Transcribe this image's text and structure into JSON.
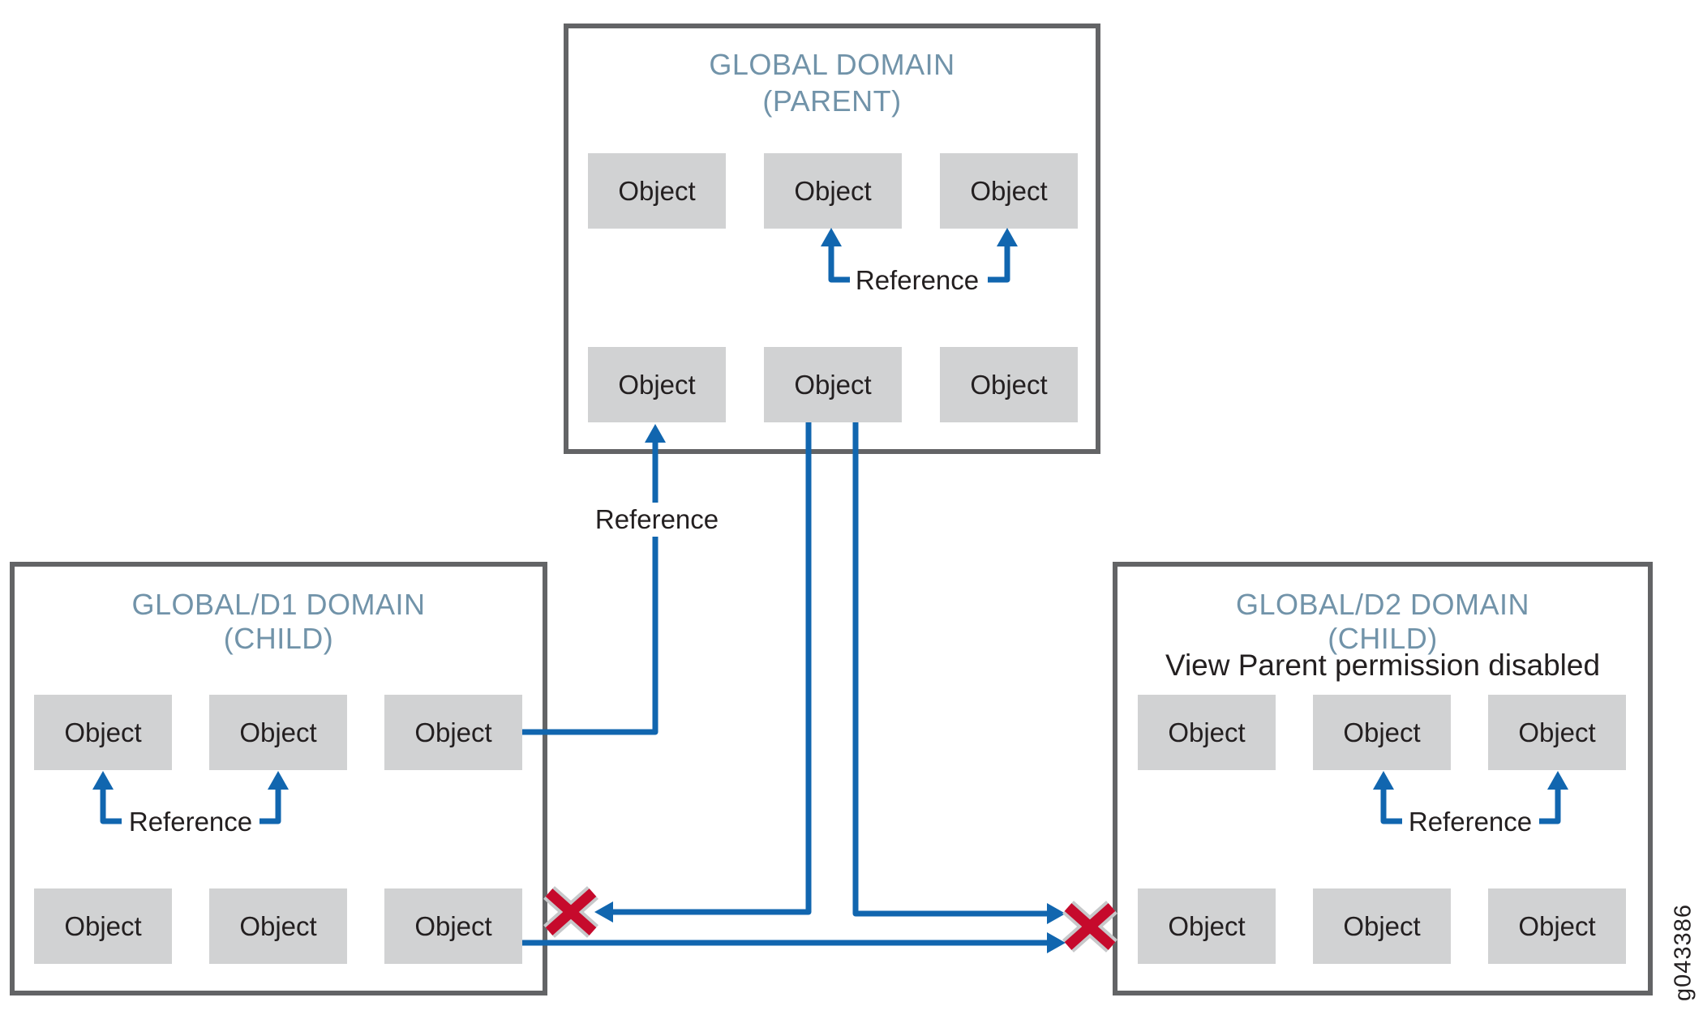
{
  "figure_id": "g043386",
  "colors": {
    "line_blue": "#1166af",
    "cross_red": "#c60a2c",
    "cross_halo": "#c7c8ca",
    "box_border_gray": "#636466",
    "object_fill_gray": "#d1d2d3",
    "title_slate_blue": "#7193a9",
    "text_black": "#231f20"
  },
  "parent_domain": {
    "title_line1": "GLOBAL DOMAIN",
    "title_line2": "(PARENT)",
    "objects": [
      "Object",
      "Object",
      "Object",
      "Object",
      "Object",
      "Object"
    ],
    "reference_label": "Reference"
  },
  "d1_domain": {
    "title_line1": "GLOBAL/D1 DOMAIN",
    "title_line2": "(CHILD)",
    "objects": [
      "Object",
      "Object",
      "Object",
      "Object",
      "Object",
      "Object"
    ],
    "reference_label": "Reference"
  },
  "d2_domain": {
    "title_line1": "GLOBAL/D2 DOMAIN",
    "title_line2": "(CHILD)",
    "subtitle": "View Parent permission disabled",
    "objects": [
      "Object",
      "Object",
      "Object",
      "Object",
      "Object",
      "Object"
    ],
    "reference_label": "Reference"
  },
  "cross_domain": {
    "d1_to_parent_label": "Reference"
  }
}
